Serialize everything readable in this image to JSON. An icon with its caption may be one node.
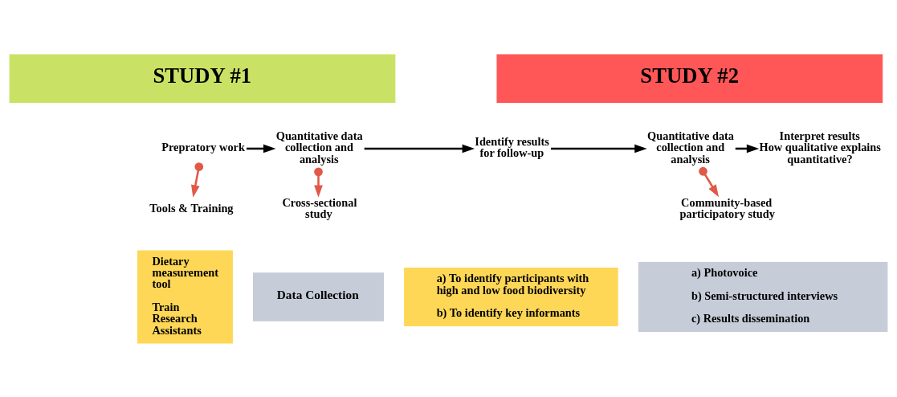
{
  "diagram": {
    "nodes": [
      {
        "text": [
          "STUDY #1"
        ]
      },
      {
        "text": [
          "STUDY #2"
        ]
      },
      {
        "text": [
          "Prepratory work"
        ]
      },
      {
        "text": [
          "Quantitative data collection and analysis"
        ]
      },
      {
        "text": [
          "Identify results for follow-up"
        ]
      },
      {
        "text": [
          "Quantitative data collection and analysis"
        ]
      },
      {
        "text": [
          "Interpret results",
          "How qualitative explains quantitative?"
        ]
      },
      {
        "text": [
          "Tools & Training"
        ]
      },
      {
        "text": [
          "Cross-sectional study"
        ]
      },
      {
        "text": [
          "Community-based participatory study"
        ]
      },
      {
        "text": [
          "Dietary measurement tool",
          "Train Research Assistants"
        ]
      },
      {
        "text": [
          "Data Collection"
        ]
      },
      {
        "text": [
          "a) To identify participants with high and low food biodiversity",
          "b) To identify key informants"
        ]
      },
      {
        "text": [
          "a) Photovoice",
          "b) Semi-structured interviews",
          "c) Results dissemination"
        ]
      }
    ],
    "edges": [
      {
        "from": 2,
        "to": 3,
        "arrow": "to"
      },
      {
        "from": 3,
        "to": 4,
        "arrow": "to"
      },
      {
        "from": 4,
        "to": 5,
        "arrow": "to"
      },
      {
        "from": 5,
        "to": 6,
        "arrow": "to"
      },
      {
        "from": 2,
        "to": 7,
        "arrow": "to",
        "color": "#e05a47"
      },
      {
        "from": 3,
        "to": 8,
        "arrow": "to",
        "color": "#e05a47"
      },
      {
        "from": 5,
        "to": 9,
        "arrow": "to",
        "color": "#e05a47"
      }
    ]
  }
}
